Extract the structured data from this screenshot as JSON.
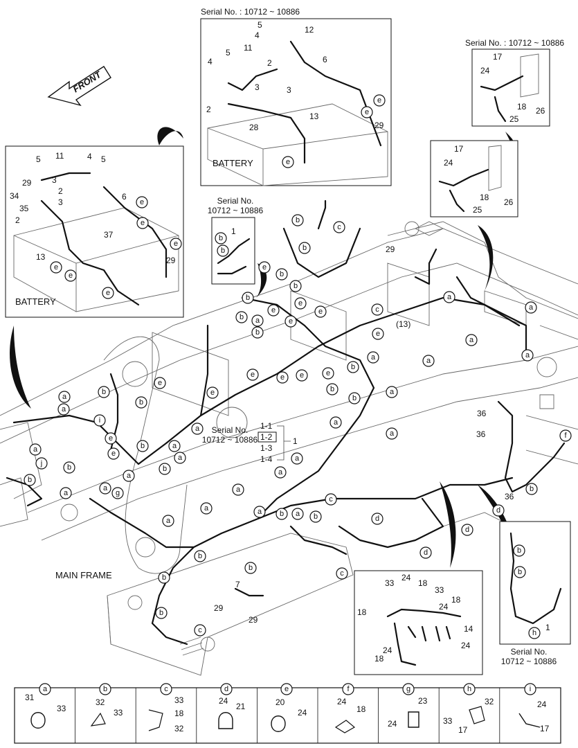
{
  "insets": {
    "battery_top": {
      "serial": "Serial No. : 10712 ~ 10886",
      "caption": "BATTERY",
      "refs": [
        "5",
        "12",
        "4",
        "11",
        "6",
        "5",
        "2",
        "4",
        "3",
        "3",
        "2",
        "13",
        "28",
        "e",
        "e",
        "29",
        "e"
      ]
    },
    "battery_left": {
      "caption": "BATTERY",
      "refs": [
        "5",
        "11",
        "4",
        "5",
        "29",
        "3",
        "2",
        "34",
        "3",
        "6",
        "35",
        "2",
        "37",
        "13",
        "29",
        "e",
        "e",
        "e",
        "e",
        "e",
        "e"
      ]
    },
    "bracket_top_right": {
      "serial": "Serial No. : 10712 ~ 10886",
      "refs": [
        "17",
        "24",
        "18",
        "26",
        "25"
      ]
    },
    "bracket_right": {
      "refs": [
        "17",
        "24",
        "18",
        "26",
        "25"
      ]
    },
    "serial_mid_left": {
      "serial_line1": "Serial No.",
      "serial_line2": "10712 ~ 10886",
      "refs": [
        "1",
        "b",
        "b"
      ]
    },
    "connector_block": {
      "refs": [
        "33",
        "24",
        "18",
        "33",
        "18",
        "24",
        "18",
        "14",
        "24",
        "24",
        "18"
      ]
    },
    "right_lower": {
      "serial_line1": "Serial No.",
      "serial_line2": "10712 ~ 10886",
      "refs": [
        "b",
        "b",
        "h",
        "1"
      ]
    }
  },
  "main": {
    "front_label": "FRONT",
    "frame_label": "MAIN FRAME",
    "serial_line1": "Serial No.",
    "serial_line2": "10712 ~ 10886",
    "variants": [
      "1-1",
      "1-2",
      "1-3",
      "1-4"
    ],
    "variant_group_ref": "1",
    "label_13": "(13)",
    "label_29": "29",
    "label_7": "7",
    "label_29b": "29",
    "label_29c": "29",
    "label_36a": "36",
    "label_36b": "36",
    "label_36c": "36"
  },
  "legend": [
    {
      "key": "a",
      "parts": [
        "31",
        "33"
      ]
    },
    {
      "key": "b",
      "parts": [
        "32",
        "33"
      ]
    },
    {
      "key": "c",
      "parts": [
        "33",
        "18",
        "32"
      ]
    },
    {
      "key": "d",
      "parts": [
        "24",
        "21"
      ]
    },
    {
      "key": "e",
      "parts": [
        "20",
        "24"
      ]
    },
    {
      "key": "f",
      "parts": [
        "24",
        "18"
      ]
    },
    {
      "key": "g",
      "parts": [
        "23",
        "24"
      ]
    },
    {
      "key": "h",
      "parts": [
        "33",
        "32",
        "17"
      ]
    },
    {
      "key": "i",
      "parts": [
        "24",
        "17"
      ]
    }
  ]
}
